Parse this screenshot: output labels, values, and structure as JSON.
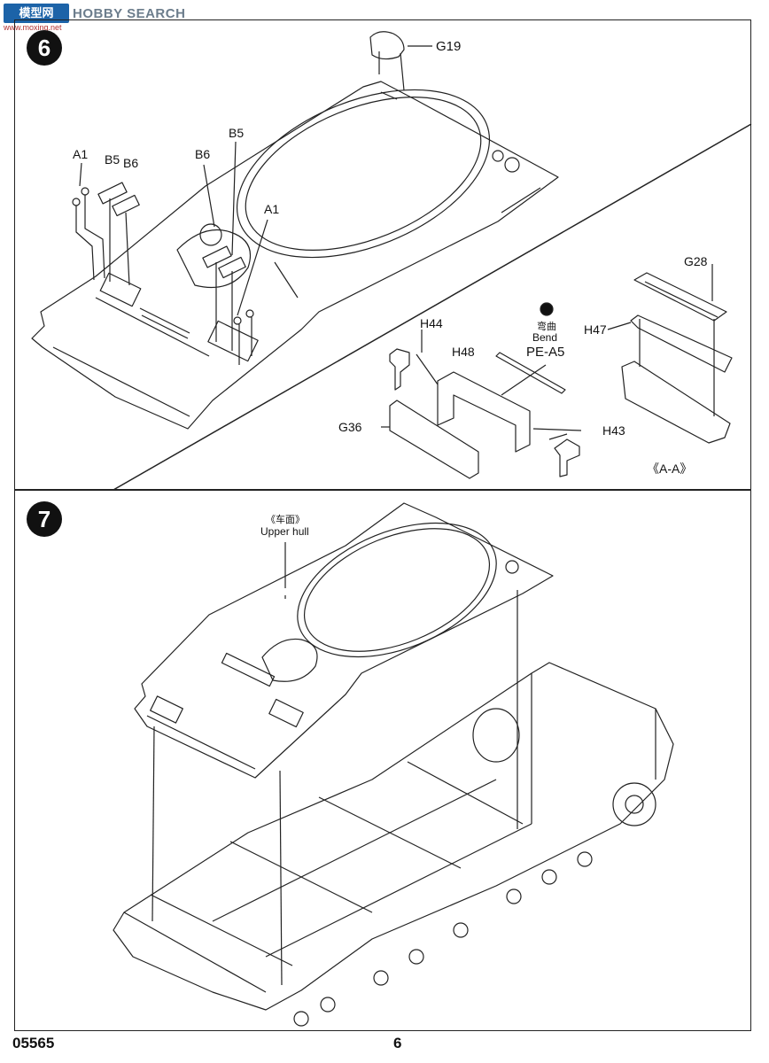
{
  "watermark": {
    "logo": "模型网",
    "site": "HOBBY SEARCH",
    "url": "www.moxing.net"
  },
  "step6": {
    "number": "6",
    "labels": {
      "g19": "G19",
      "a1_left": "A1",
      "b5_left": "B5",
      "b6_left": "B6",
      "b6_mid": "B6",
      "b5_mid": "B5",
      "a1_mid": "A1",
      "g28": "G28",
      "h47": "H47",
      "h44": "H44",
      "h48": "H48",
      "bend_cn": "弯曲",
      "bend_en": "Bend",
      "pe_a5": "PE-A5",
      "g36": "G36",
      "h43": "H43",
      "section": "《A-A》"
    }
  },
  "step7": {
    "number": "7",
    "labels": {
      "upper_hull_cn": "《车面》",
      "upper_hull_en": "Upper hull"
    }
  },
  "footer": {
    "code": "05565",
    "page": "6"
  }
}
